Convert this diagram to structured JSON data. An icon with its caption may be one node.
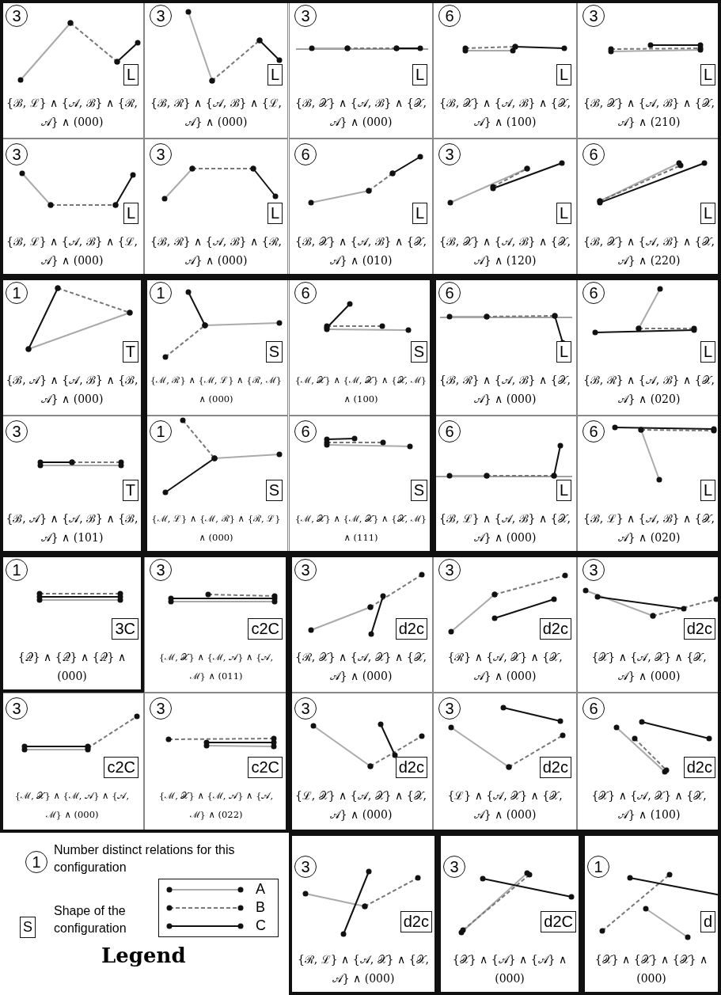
{
  "diagram": {
    "nodes": [
      {
        "text": [
          "{ℬ, ℒ} ∧ {𝒜, ℬ} ∧ {ℛ, 𝒜} ∧ (000)"
        ]
      },
      {
        "text": [
          "3"
        ],
        "in": 0
      },
      {
        "text": [
          "L"
        ],
        "in": 0
      },
      {
        "text": [
          "{ℬ, ℛ} ∧ {𝒜, ℬ} ∧ {ℒ, 𝒜} ∧ (000)"
        ]
      },
      {
        "text": [
          "3"
        ],
        "in": 3
      },
      {
        "text": [
          "L"
        ],
        "in": 3
      },
      {
        "text": [
          "{ℬ, 𝒳} ∧ {𝒜, ℬ} ∧ {𝒳, 𝒜} ∧ (000)"
        ]
      },
      {
        "text": [
          "3"
        ],
        "in": 6
      },
      {
        "text": [
          "L"
        ],
        "in": 6
      },
      {
        "text": [
          "{ℬ, 𝒳} ∧ {𝒜, ℬ} ∧ {𝒳, 𝒜} ∧ (100)"
        ]
      },
      {
        "text": [
          "6"
        ],
        "in": 9
      },
      {
        "text": [
          "L"
        ],
        "in": 9
      },
      {
        "text": [
          "{ℬ, 𝒳} ∧ {𝒜, ℬ} ∧ {𝒳, 𝒜} ∧ (210)"
        ]
      },
      {
        "text": [
          "3"
        ],
        "in": 12
      },
      {
        "text": [
          "L"
        ],
        "in": 12
      },
      {
        "text": [
          "{ℬ, ℒ} ∧ {𝒜, ℬ} ∧ {ℒ, 𝒜} ∧ (000)"
        ]
      },
      {
        "text": [
          "3"
        ],
        "in": 15
      },
      {
        "text": [
          "L"
        ],
        "in": 15
      },
      {
        "text": [
          "{ℬ, ℛ} ∧ {𝒜, ℬ} ∧ {ℛ, 𝒜} ∧ (000)"
        ]
      },
      {
        "text": [
          "3"
        ],
        "in": 18
      },
      {
        "text": [
          "L"
        ],
        "in": 18
      },
      {
        "text": [
          "{ℬ, 𝒳} ∧ {𝒜, ℬ} ∧ {𝒳, 𝒜} ∧ (010)"
        ]
      },
      {
        "text": [
          "6"
        ],
        "in": 21
      },
      {
        "text": [
          "L"
        ],
        "in": 21
      },
      {
        "text": [
          "{ℬ, 𝒳} ∧ {𝒜, ℬ} ∧ {𝒳, 𝒜} ∧ (120)"
        ]
      },
      {
        "text": [
          "3"
        ],
        "in": 24
      },
      {
        "text": [
          "L"
        ],
        "in": 24
      },
      {
        "text": [
          "{ℬ, 𝒳} ∧ {𝒜, ℬ} ∧ {𝒳, 𝒜} ∧ (220)"
        ]
      },
      {
        "text": [
          "6"
        ],
        "in": 27
      },
      {
        "text": [
          "L"
        ],
        "in": 27
      },
      {
        "text": [
          "{ℬ, 𝒜} ∧ {𝒜, ℬ} ∧ {ℬ, 𝒜} ∧ (000)"
        ]
      },
      {
        "text": [
          "1"
        ],
        "in": 30
      },
      {
        "text": [
          "T"
        ],
        "in": 30
      },
      {
        "text": [
          "{ℳ, ℛ} ∧ {ℳ, ℒ} ∧ {ℛ, ℳ} ∧ (000)"
        ]
      },
      {
        "text": [
          "1"
        ],
        "in": 33
      },
      {
        "text": [
          "S"
        ],
        "in": 33
      },
      {
        "text": [
          "{ℳ, 𝒳} ∧ {ℳ, 𝒳} ∧ {𝒳, ℳ} ∧ (100)"
        ]
      },
      {
        "text": [
          "6"
        ],
        "in": 36
      },
      {
        "text": [
          "S"
        ],
        "in": 36
      },
      {
        "text": [
          "{ℬ, ℛ} ∧ {𝒜, ℬ} ∧ {𝒳, 𝒜} ∧ (000)"
        ]
      },
      {
        "text": [
          "6"
        ],
        "in": 39
      },
      {
        "text": [
          "L"
        ],
        "in": 39
      },
      {
        "text": [
          "{ℬ, ℛ} ∧ {𝒜, ℬ} ∧ {𝒳, 𝒜} ∧ (020)"
        ]
      },
      {
        "text": [
          "6"
        ],
        "in": 42
      },
      {
        "text": [
          "L"
        ],
        "in": 42
      },
      {
        "text": [
          "{ℬ, 𝒜} ∧ {𝒜, ℬ} ∧ {ℬ, 𝒜} ∧ (101)"
        ]
      },
      {
        "text": [
          "3"
        ],
        "in": 45
      },
      {
        "text": [
          "T"
        ],
        "in": 45
      },
      {
        "text": [
          "{ℳ, ℒ} ∧ {ℳ, ℛ} ∧ {ℛ, ℒ} ∧ (000)"
        ]
      },
      {
        "text": [
          "1"
        ],
        "in": 48
      },
      {
        "text": [
          "S"
        ],
        "in": 48
      },
      {
        "text": [
          "{ℳ, 𝒳} ∧ {ℳ, 𝒳} ∧ {𝒳, ℳ} ∧ (111)"
        ]
      },
      {
        "text": [
          "6"
        ],
        "in": 51
      },
      {
        "text": [
          "S"
        ],
        "in": 51
      },
      {
        "text": [
          "{ℬ, ℒ} ∧ {𝒜, ℬ} ∧ {𝒳, 𝒜} ∧ (000)"
        ]
      },
      {
        "text": [
          "6"
        ],
        "in": 54
      },
      {
        "text": [
          "L"
        ],
        "in": 54
      },
      {
        "text": [
          "{ℬ, ℒ} ∧ {𝒜, ℬ} ∧ {𝒳, 𝒜} ∧ (020)"
        ]
      },
      {
        "text": [
          "6"
        ],
        "in": 57
      },
      {
        "text": [
          "L"
        ],
        "in": 57
      },
      {
        "text": [
          "{𝒬} ∧ {𝒬} ∧ {𝒬} ∧ (000)"
        ]
      },
      {
        "text": [
          "1"
        ],
        "in": 60
      },
      {
        "text": [
          "3C"
        ],
        "in": 60
      },
      {
        "text": [
          "{ℳ, 𝒳} ∧ {ℳ, 𝒜} ∧ {𝒜, ℳ} ∧ (011)"
        ]
      },
      {
        "text": [
          "3"
        ],
        "in": 63
      },
      {
        "text": [
          "c2C"
        ],
        "in": 63
      },
      {
        "text": [
          "{ℛ, 𝒳} ∧ {𝒜, 𝒳} ∧ {𝒳, 𝒜} ∧ (000)"
        ]
      },
      {
        "text": [
          "3"
        ],
        "in": 66
      },
      {
        "text": [
          "d2c"
        ],
        "in": 66
      },
      {
        "text": [
          "{ℛ} ∧ {𝒜, 𝒳} ∧ {𝒳, 𝒜} ∧ (000)"
        ]
      },
      {
        "text": [
          "3"
        ],
        "in": 69
      },
      {
        "text": [
          "d2c"
        ],
        "in": 69
      },
      {
        "text": [
          "{𝒳} ∧ {𝒜, 𝒳} ∧ {𝒳, 𝒜} ∧ (000)"
        ]
      },
      {
        "text": [
          "3"
        ],
        "in": 72
      },
      {
        "text": [
          "d2c"
        ],
        "in": 72
      },
      {
        "text": [
          "{ℳ, 𝒳} ∧ {ℳ, 𝒜} ∧ {𝒜, ℳ} ∧ (000)"
        ]
      },
      {
        "text": [
          "3"
        ],
        "in": 75
      },
      {
        "text": [
          "c2C"
        ],
        "in": 75
      },
      {
        "text": [
          "{ℳ, 𝒳} ∧ {ℳ, 𝒜} ∧ {𝒜, ℳ} ∧ (022)"
        ]
      },
      {
        "text": [
          "3"
        ],
        "in": 78
      },
      {
        "text": [
          "c2C"
        ],
        "in": 78
      },
      {
        "text": [
          "{ℒ, 𝒳} ∧ {𝒜, 𝒳} ∧ {𝒳, 𝒜} ∧ (000)"
        ]
      },
      {
        "text": [
          "3"
        ],
        "in": 81
      },
      {
        "text": [
          "d2c"
        ],
        "in": 81
      },
      {
        "text": [
          "{ℒ} ∧ {𝒜, 𝒳} ∧ {𝒳, 𝒜} ∧ (000)"
        ]
      },
      {
        "text": [
          "3"
        ],
        "in": 84
      },
      {
        "text": [
          "d2c"
        ],
        "in": 84
      },
      {
        "text": [
          "{𝒳} ∧ {𝒜, 𝒳} ∧ {𝒳, 𝒜} ∧ (100)"
        ]
      },
      {
        "text": [
          "6"
        ],
        "in": 87
      },
      {
        "text": [
          "d2c"
        ],
        "in": 87
      },
      {
        "text": [
          "{ℛ, ℒ} ∧ {𝒜, 𝒳} ∧ {𝒳, 𝒜} ∧ (000)"
        ]
      },
      {
        "text": [
          "3"
        ],
        "in": 90
      },
      {
        "text": [
          "d2c"
        ],
        "in": 90
      },
      {
        "text": [
          "{𝒳} ∧ {𝒜} ∧ {𝒜} ∧ (000)"
        ]
      },
      {
        "text": [
          "3"
        ],
        "in": 93
      },
      {
        "text": [
          "d2C"
        ],
        "in": 93
      },
      {
        "text": [
          "{𝒳} ∧ {𝒳} ∧ {𝒳} ∧ (000)"
        ]
      },
      {
        "text": [
          "1"
        ],
        "in": 96
      },
      {
        "text": [
          "d"
        ],
        "in": 96
      },
      {
        "text": [
          "1"
        ],
        "beside": [
          "Number distinct relations for this configuration"
        ]
      },
      {
        "text": [
          "S"
        ],
        "beside": [
          "Shape of the configuration"
        ]
      }
    ],
    "labels": [
      "Legend"
    ],
    "legend": [
      {
        "text": "A"
      },
      {
        "text": "B"
      },
      {
        "text": "C"
      }
    ]
  }
}
